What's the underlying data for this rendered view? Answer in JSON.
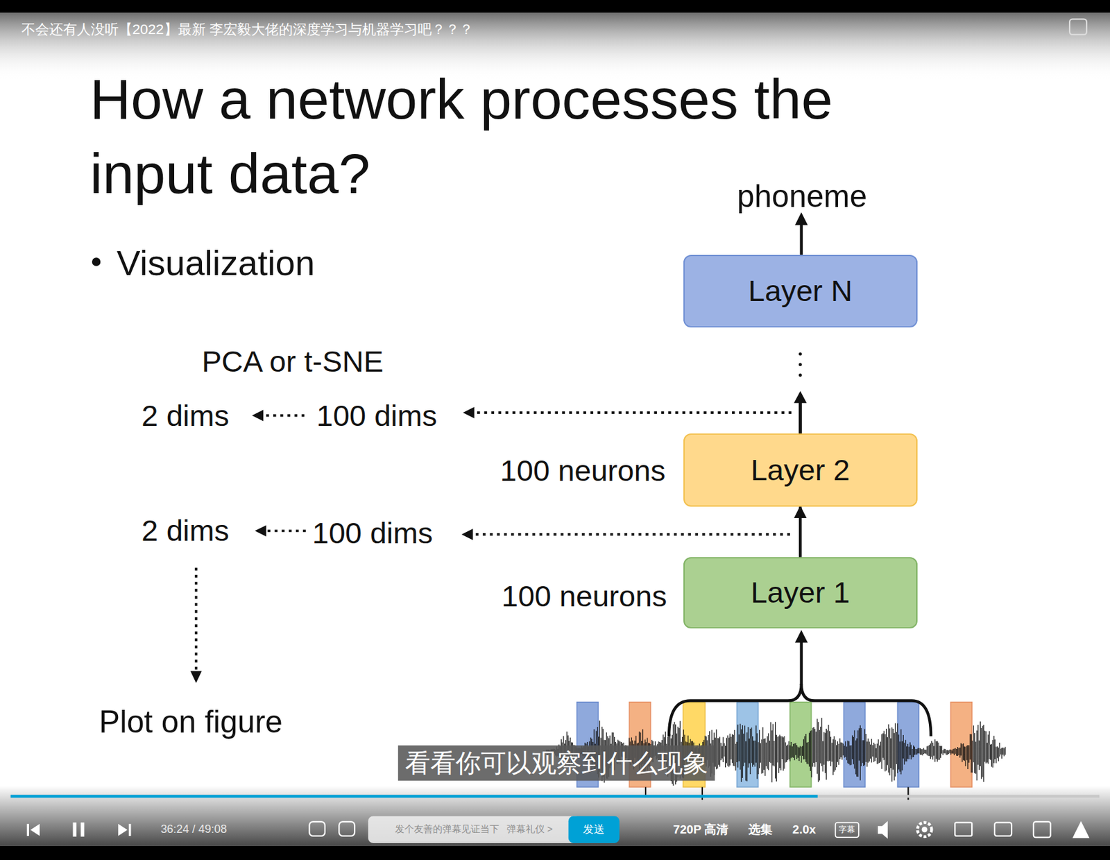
{
  "diagram": {
    "title": "How a network processes the input data?",
    "nodes": [
      {
        "text": [
          "Layer N"
        ]
      },
      {
        "text": [
          "Layer 2"
        ]
      },
      {
        "text": [
          "Layer 1"
        ]
      }
    ],
    "edges": [
      {
        "from": 2,
        "to": 1,
        "arrow": "to"
      },
      {
        "from": 1,
        "to": 0,
        "arrow": "to"
      }
    ],
    "labels": [
      "不会还有人没听【2022】最新 李宏毅大佬的深度学习与机器学习吧？？？",
      "Visualization",
      "phoneme",
      "PCA or t-SNE",
      "2 dims",
      "100 dims",
      "100 neurons",
      "2 dims",
      "100 dims",
      "100 neurons",
      "Plot on figure",
      "看看你可以观察到什么现象",
      "36:24 / 49:08",
      "发个友善的弹幕见证当下",
      "弹幕礼仪 >",
      "发送",
      "720P 高清",
      "选集",
      "2.0x",
      "字幕"
    ]
  }
}
